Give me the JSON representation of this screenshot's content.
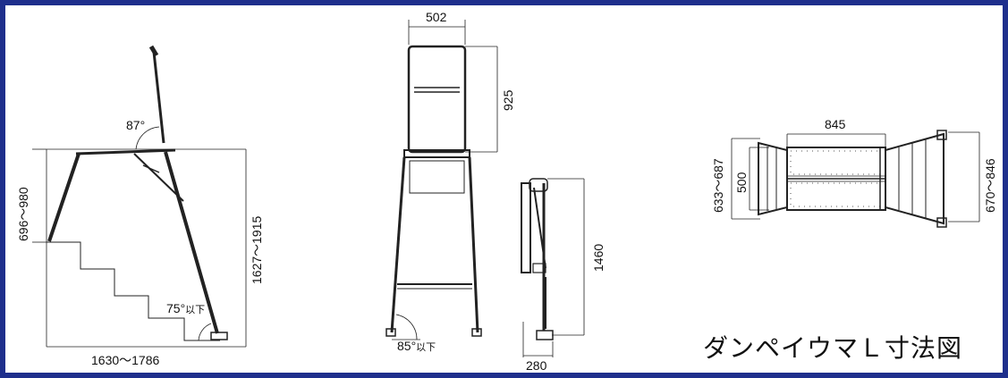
{
  "title": "ダンペイウマＬ寸法図",
  "colors": {
    "frame": "#1e2f8c",
    "line": "#222222"
  },
  "side_view": {
    "top_angle": "87°",
    "height_range": "696〜980",
    "total_height": "1627〜1915",
    "bottom_angle_value": "75°",
    "bottom_angle_suffix": "以下",
    "base_width": "1630〜1786"
  },
  "front_view": {
    "handrail_width": "502",
    "handrail_height": "925",
    "angle_value": "85°",
    "angle_suffix": "以下"
  },
  "folded_view": {
    "height": "1460",
    "depth": "280"
  },
  "top_view": {
    "width": "845",
    "inner_depth": "500",
    "left_depth": "633〜687",
    "right_depth": "670〜846"
  }
}
